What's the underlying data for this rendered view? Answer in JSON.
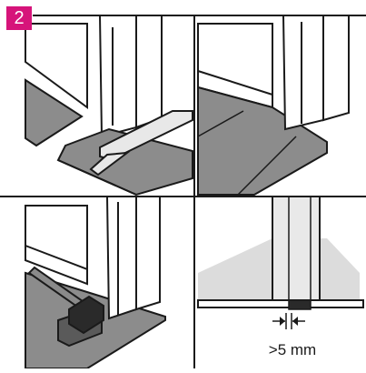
{
  "step": {
    "number": "2",
    "badge_color": "#d6147a"
  },
  "panels": [
    {
      "id": "panel-1",
      "depicts": "undercut-saw-guide-on-floor-plank-at-door-frame"
    },
    {
      "id": "panel-2",
      "depicts": "plank-slid-under-cut-door-frame"
    },
    {
      "id": "panel-3",
      "depicts": "hammer-tapping-plank-into-place"
    },
    {
      "id": "panel-4",
      "depicts": "expansion-gap-detail"
    }
  ],
  "gap_annotation": {
    "label": ">5 mm"
  },
  "colors": {
    "line": "#1a1a1a",
    "floor_dark": "#8c8c8c",
    "floor_mid": "#a6a6a6",
    "floor_light": "#dcdcdc",
    "tool_light": "#e8e8e8",
    "hammer": "#2a2a2a"
  }
}
